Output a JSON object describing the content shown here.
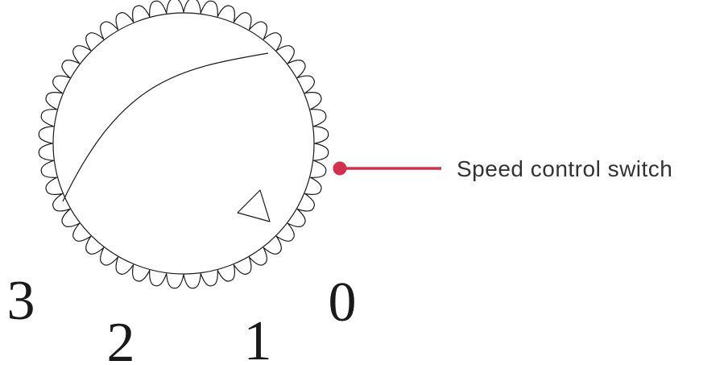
{
  "callout": {
    "label": "Speed control switch",
    "accent_color": "#d4304d"
  },
  "speed_labels": {
    "s3": "3",
    "s2": "2",
    "s1": "1",
    "s0": "0"
  },
  "knob": {
    "ridge_count": 48,
    "line_color": "#1a1a1a",
    "pointer_icon": "triangle-pointer-icon"
  },
  "label_color": "#1a1a1a",
  "text_color": "#333333"
}
